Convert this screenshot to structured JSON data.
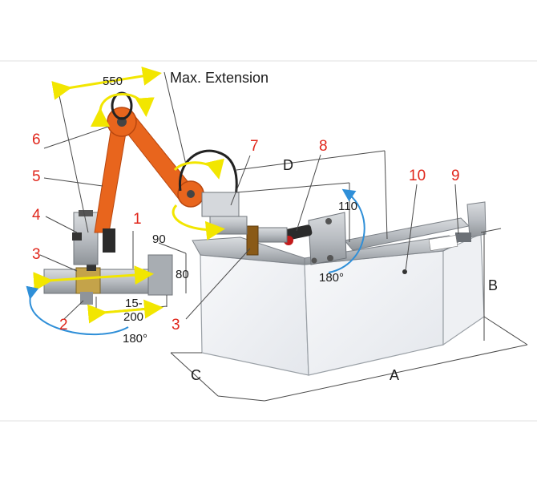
{
  "photo": {
    "background_color": "#ffffff",
    "arm_color": "#e8651d",
    "label_color": "#e0261b",
    "dimension_line_color": "#4a4a4a",
    "arrow_yellow": "#f2e600",
    "arrow_blue": "#2f8fd8"
  },
  "captions": {
    "max_extension": "Max. Extension"
  },
  "dimensions": {
    "d550": "550",
    "d90": "90",
    "d80": "80",
    "d15_200_top": "15-",
    "d15_200_bottom": "200",
    "d110": "110",
    "deg180_right": "180°",
    "deg180_left": "180°",
    "A": "A",
    "B": "B",
    "C": "C",
    "D": "D"
  },
  "part_numbers": {
    "p1": "1",
    "p2": "2",
    "p3_left": "3",
    "p3_bottom": "3",
    "p4": "4",
    "p5": "5",
    "p6": "6",
    "p7": "7",
    "p8": "8",
    "p9": "9",
    "p10": "10"
  }
}
